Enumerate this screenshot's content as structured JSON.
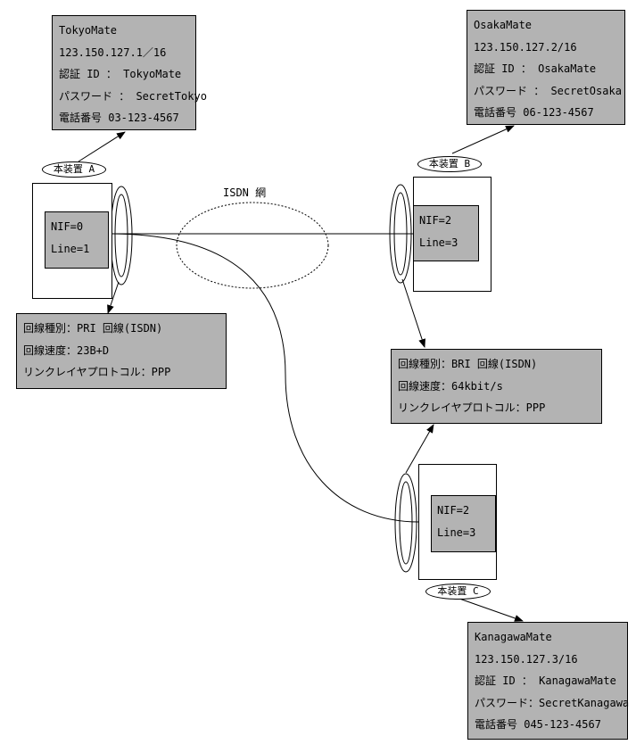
{
  "tokyo_box": {
    "lines": [
      "TokyoMate",
      "123.150.127.1／16",
      "認証 ID ： TokyoMate",
      "パスワード ： SecretTokyo",
      "電話番号 03-123-4567"
    ]
  },
  "osaka_box": {
    "lines": [
      "OsakaMate",
      "123.150.127.2/16",
      "認証 ID ： OsakaMate",
      "パスワード ： SecretOsaka",
      "電話番号 06-123-4567"
    ]
  },
  "kanagawa_box": {
    "lines": [
      "KanagawaMate",
      "123.150.127.3/16",
      "認証 ID ： KanagawaMate",
      "パスワード：SecretKanagawa",
      "電話番号 045-123-4567"
    ]
  },
  "pri_box": {
    "lines": [
      "回線種別：PRI 回線(ISDN)",
      "回線速度：23B+D",
      "リンクレイヤプロトコル：PPP"
    ]
  },
  "bri_box": {
    "lines": [
      "回線種別：BRI 回線(ISDN)",
      "回線速度：64kbit/s",
      "リンクレイヤプロトコル：PPP"
    ]
  },
  "device_a": {
    "label": "本装置 A",
    "nif": "NIF=0",
    "line": "Line=1"
  },
  "device_b": {
    "label": "本装置 B",
    "nif": "NIF=2",
    "line": "Line=3"
  },
  "device_c": {
    "label": "本装置 C",
    "nif": "NIF=2",
    "line": "Line=3"
  },
  "network": {
    "label": "ISDN 網"
  }
}
